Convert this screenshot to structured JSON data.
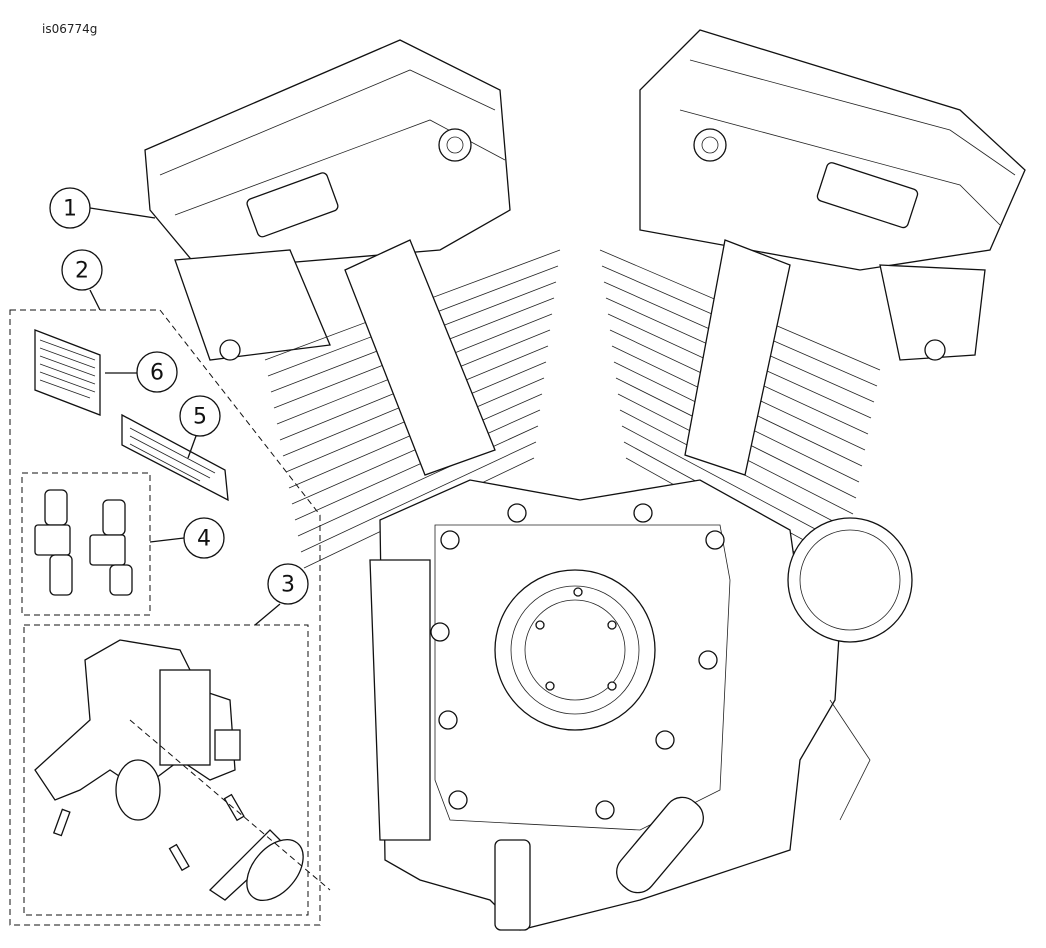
{
  "figure_id": "is06774g",
  "callouts": [
    {
      "number": "1"
    },
    {
      "number": "2"
    },
    {
      "number": "3"
    },
    {
      "number": "4"
    },
    {
      "number": "5"
    },
    {
      "number": "6"
    }
  ]
}
